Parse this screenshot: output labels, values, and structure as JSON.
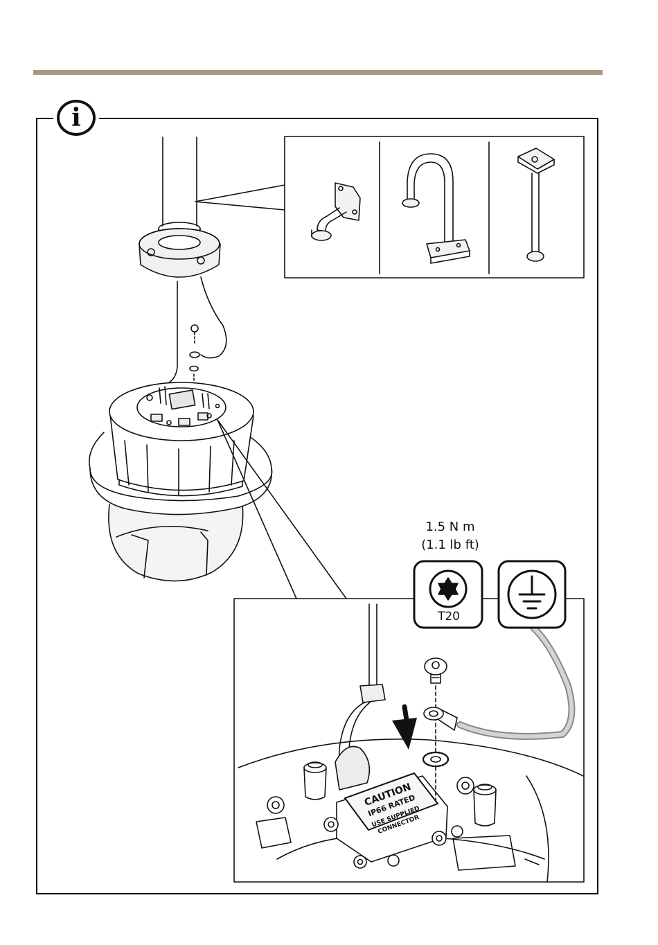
{
  "header": {
    "rule_color": "#a89886"
  },
  "info": {
    "icon": "info-icon",
    "glyph": "i"
  },
  "mounts": {
    "items": [
      "wall-bracket",
      "parapet-mount",
      "pendant-pipe"
    ]
  },
  "torque": {
    "metric": "1.5 N m",
    "imperial": "(1.1 lb ft)"
  },
  "tool": {
    "label": "T20",
    "icon": "torx-t20-icon"
  },
  "ground": {
    "icon": "protective-earth-icon"
  },
  "label_on_cover": {
    "line1": "CAUTION",
    "line2": "IP66 RATED",
    "line3": "USE SUPPLIED",
    "line4": "CONNECTOR"
  }
}
